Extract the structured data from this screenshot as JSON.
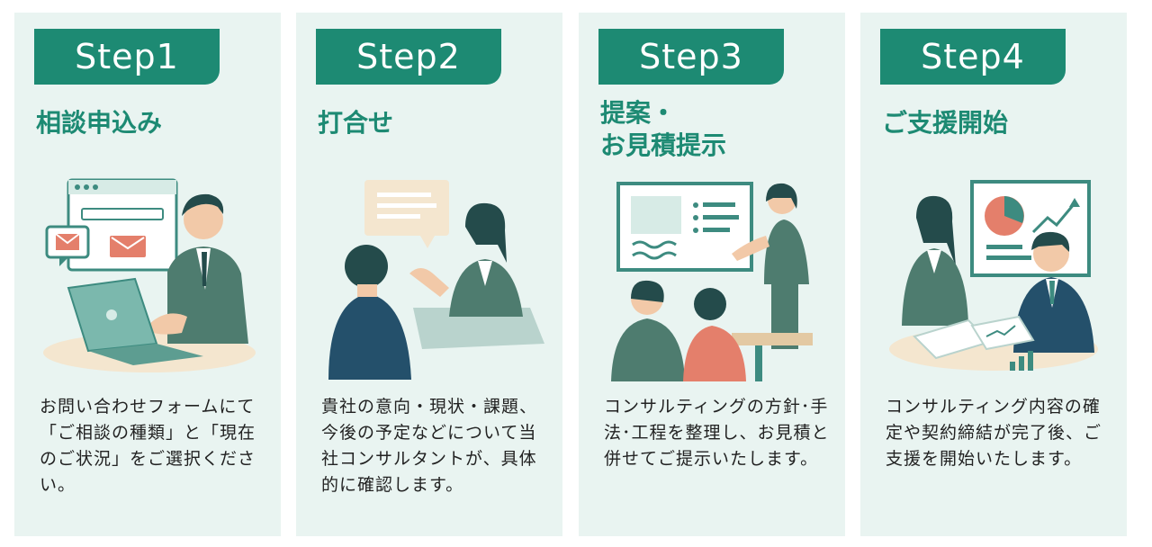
{
  "steps": [
    {
      "badge": "Step1",
      "title": "相談申込み",
      "description": "お問い合わせフォームにて「ご相談の種類」と「現在のご状況」をご選択ください。"
    },
    {
      "badge": "Step2",
      "title": "打合せ",
      "description": "貴社の意向・現状・課題、今後の予定などについて当社コンサルタントが、具体的に確認します。"
    },
    {
      "badge": "Step3",
      "title": "提案・\nお見積提示",
      "description": "コンサルティングの方針･手法･工程を整理し、お見積と併せてご提示いたします。"
    },
    {
      "badge": "Step4",
      "title": "ご支援開始",
      "description": "コンサルティング内容の確定や契約締結が完了後、ご支援を開始いたします。"
    }
  ],
  "colors": {
    "accent": "#1d8a73",
    "card_bg": "#e9f4f1",
    "text": "#222222"
  },
  "icons": [
    "laptop-consultation-illustration",
    "meeting-illustration",
    "presentation-illustration",
    "contract-illustration"
  ]
}
